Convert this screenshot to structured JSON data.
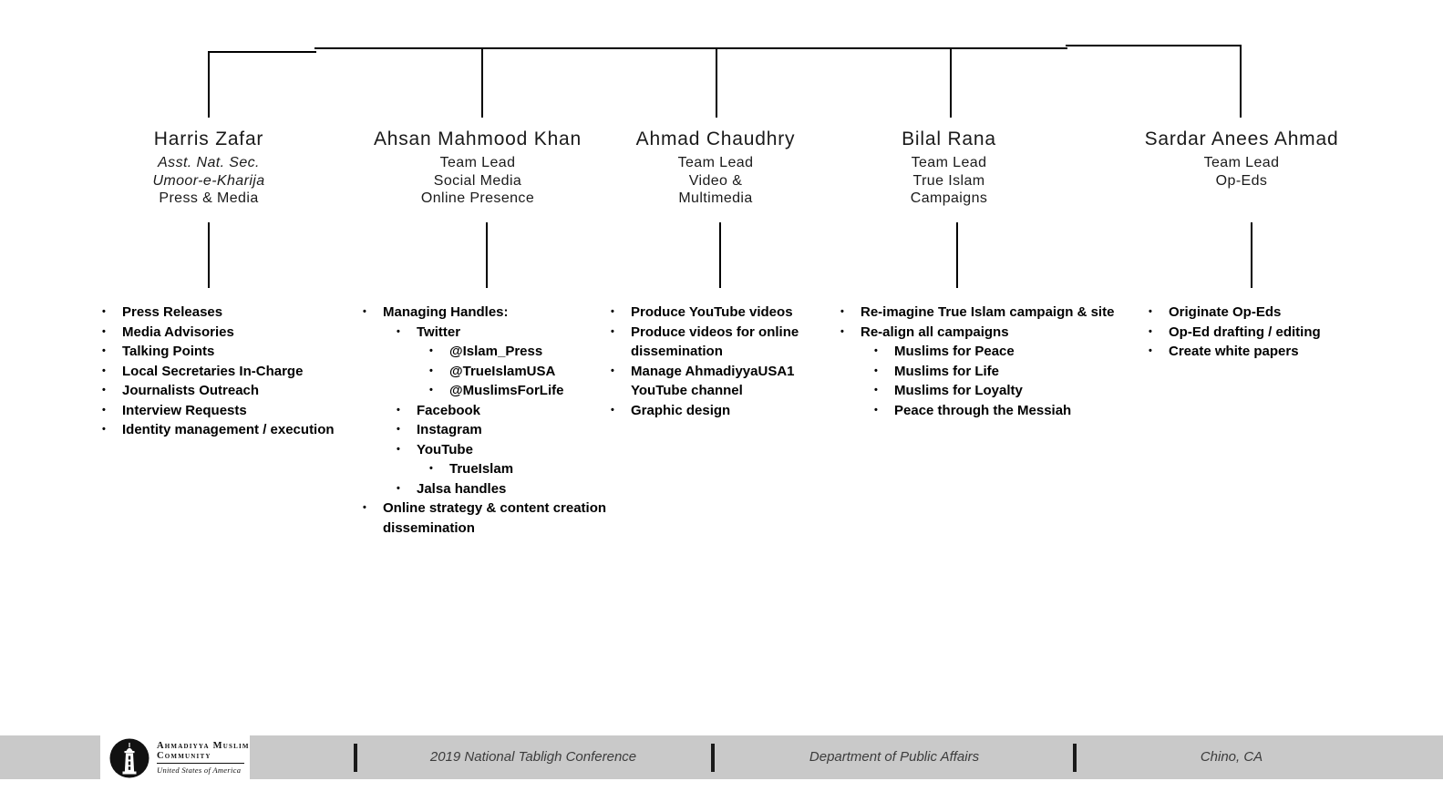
{
  "chart": {
    "line_color": "#000000",
    "columns": [
      {
        "name": "Harris Zafar",
        "titles": [
          "Asst. Nat. Sec.",
          "Umoor-e-Kharija",
          "Press & Media"
        ],
        "items": [
          {
            "level": 1,
            "text": "Press Releases"
          },
          {
            "level": 1,
            "text": "Media Advisories"
          },
          {
            "level": 1,
            "text": "Talking Points"
          },
          {
            "level": 1,
            "text": "Local Secretaries In-Charge"
          },
          {
            "level": 1,
            "text": "Journalists Outreach"
          },
          {
            "level": 1,
            "text": "Interview Requests"
          },
          {
            "level": 1,
            "text": "Identity management / execution"
          }
        ]
      },
      {
        "name": "Ahsan Mahmood Khan",
        "titles": [
          "Team Lead",
          "Social Media",
          "Online Presence"
        ],
        "items": [
          {
            "level": 1,
            "text": "Managing Handles:"
          },
          {
            "level": 2,
            "text": "Twitter"
          },
          {
            "level": 3,
            "text": "@Islam_Press"
          },
          {
            "level": 3,
            "text": "@TrueIslamUSA"
          },
          {
            "level": 3,
            "text": "@MuslimsForLife"
          },
          {
            "level": 2,
            "text": "Facebook"
          },
          {
            "level": 2,
            "text": "Instagram"
          },
          {
            "level": 2,
            "text": "YouTube"
          },
          {
            "level": 3,
            "text": "TrueIslam"
          },
          {
            "level": 2,
            "text": "Jalsa handles"
          },
          {
            "level": 1,
            "text": "Online strategy & content creation dissemination"
          }
        ]
      },
      {
        "name": "Ahmad Chaudhry",
        "titles": [
          "Team Lead",
          "Video &",
          "Multimedia"
        ],
        "items": [
          {
            "level": 1,
            "text": "Produce YouTube videos"
          },
          {
            "level": 1,
            "text": "Produce videos for online dissemination"
          },
          {
            "level": 1,
            "text": "Manage AhmadiyyaUSA1 YouTube channel"
          },
          {
            "level": 1,
            "text": "Graphic design"
          }
        ]
      },
      {
        "name": "Bilal Rana",
        "titles": [
          "Team Lead",
          "True Islam",
          "Campaigns"
        ],
        "items": [
          {
            "level": 1,
            "text": "Re-imagine True Islam campaign & site"
          },
          {
            "level": 1,
            "text": "Re-align all campaigns"
          },
          {
            "level": 2,
            "text": "Muslims for Peace"
          },
          {
            "level": 2,
            "text": "Muslims for Life"
          },
          {
            "level": 2,
            "text": "Muslims for Loyalty"
          },
          {
            "level": 2,
            "text": "Peace through the Messiah"
          }
        ]
      },
      {
        "name": "Sardar Anees Ahmad",
        "titles": [
          "Team Lead",
          "Op-Eds"
        ],
        "items": [
          {
            "level": 1,
            "text": "Originate Op-Eds"
          },
          {
            "level": 1,
            "text": "Op-Ed drafting / editing"
          },
          {
            "level": 1,
            "text": "Create white papers"
          }
        ]
      }
    ]
  },
  "footer": {
    "bar_color": "#c9c9c9",
    "logo": {
      "icon": "minaret-icon",
      "line1": "Ahmadiyya Muslim",
      "line2": "Community",
      "tagline": "United States of America"
    },
    "conference": "2019 National Tabligh Conference",
    "department": "Department of Public Affairs",
    "location": "Chino, CA"
  }
}
